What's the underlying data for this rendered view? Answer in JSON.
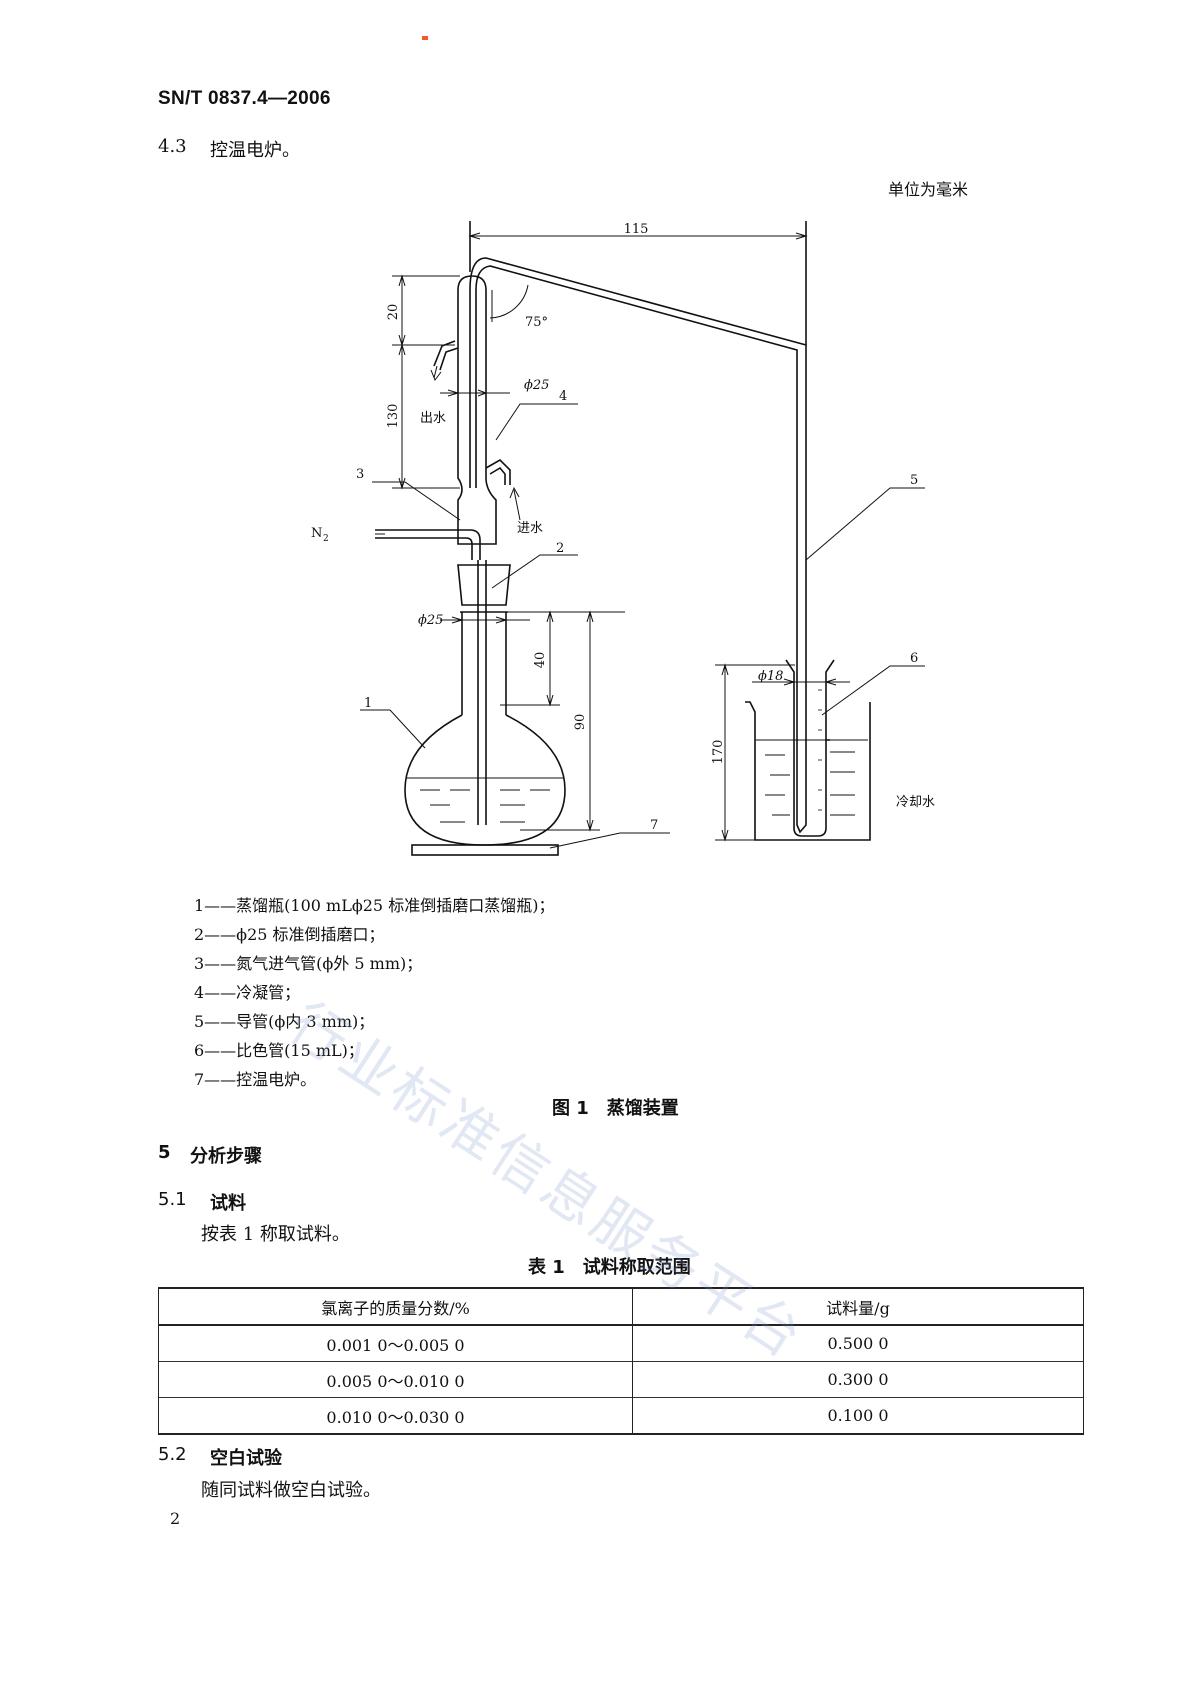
{
  "header": {
    "standard_no": "SN/T 0837.4—2006"
  },
  "section_4_3": {
    "number": "4.3",
    "title": "控温电炉。"
  },
  "figure1": {
    "unit_note": "单位为毫米",
    "dims": {
      "width_115": "115",
      "h20": "20",
      "h130": "130",
      "angle": "75°",
      "phi25_top": "ϕ25",
      "phi25_bottom": "ϕ25",
      "h40": "40",
      "h90": "90",
      "phi18": "ϕ18",
      "h170": "170"
    },
    "labels": {
      "out_water": "出水",
      "in_water": "进水",
      "n2": "N",
      "n2_sub": "2",
      "cooling_water": "冷却水"
    },
    "part_numbers": [
      "1",
      "2",
      "3",
      "4",
      "5",
      "6",
      "7"
    ],
    "legend": [
      "1——蒸馏瓶(100 mLϕ25 标准倒插磨口蒸馏瓶)；",
      "2——ϕ25 标准倒插磨口；",
      "3——氮气进气管(ϕ外 5 mm)；",
      "4——冷凝管；",
      "5——导管(ϕ内 3 mm)；",
      "6——比色管(15 mL)；",
      "7——控温电炉。"
    ],
    "caption": "图 1　蒸馏装置"
  },
  "section_5": {
    "number": "5",
    "title": "分析步骤"
  },
  "section_5_1": {
    "number": "5.1",
    "title": "试料",
    "text": "按表 1 称取试料。"
  },
  "table1": {
    "caption": "表 1　试料称取范围",
    "headers": [
      "氯离子的质量分数/%",
      "试料量/g"
    ],
    "rows": [
      [
        "0.001 0～0.005 0",
        "0.500 0"
      ],
      [
        "0.005 0～0.010 0",
        "0.300 0"
      ],
      [
        "0.010 0～0.030 0",
        "0.100 0"
      ]
    ]
  },
  "section_5_2": {
    "number": "5.2",
    "title": "空白试验",
    "text": "随同试料做空白试验。"
  },
  "page_number": "2",
  "watermark": "行业标准信息服务平台",
  "colors": {
    "ink": "#111111",
    "mark": "#f05a28",
    "watermark": "#7896c8"
  }
}
